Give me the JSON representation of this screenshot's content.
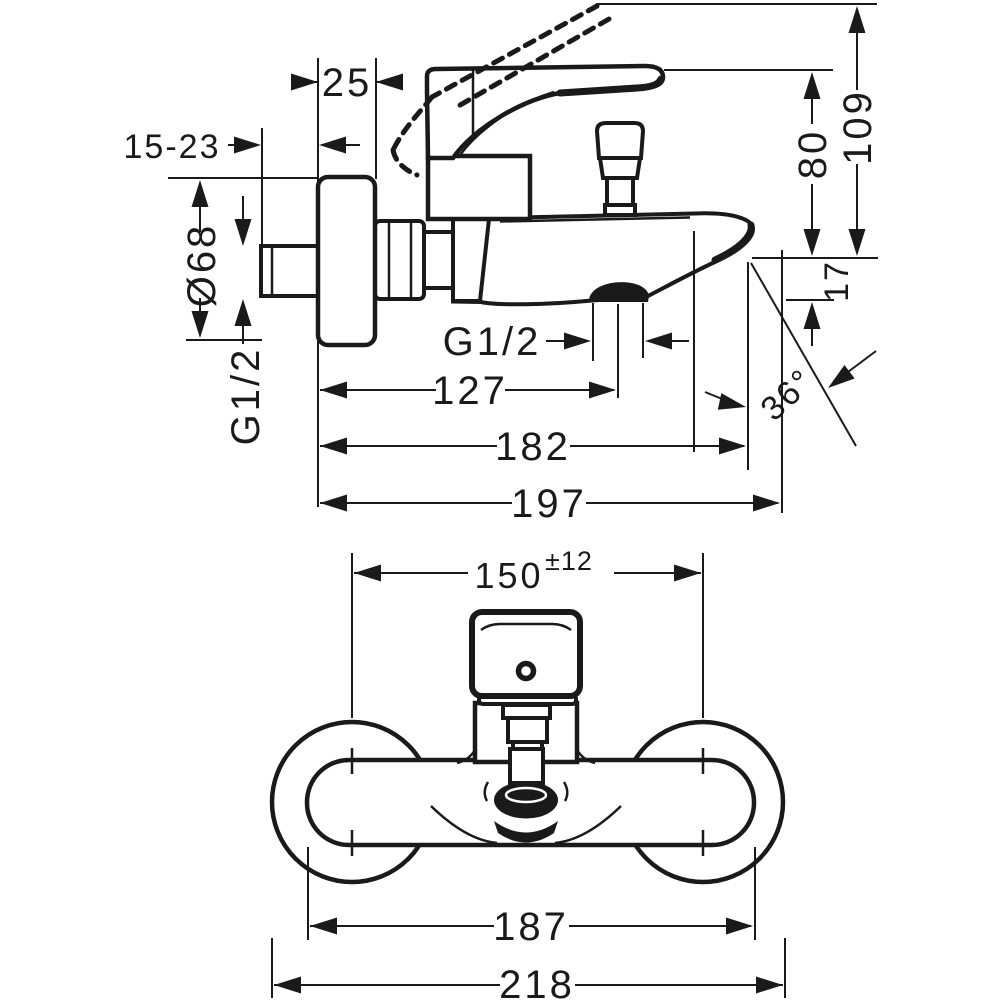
{
  "drawing": {
    "kind": "technical-dimension-drawing",
    "subject": "wall-mounted single-lever bath mixer with diverter",
    "colors": {
      "line": "#1a1a1a",
      "background": "#ffffff"
    },
    "side_view": {
      "dims": {
        "escutcheon_depth": "25",
        "install_range": "15-23",
        "escutcheon_diameter": "Ø68",
        "inlet_thread": "G1/2",
        "spout_outlet_thread": "G1/2",
        "spout_reach": "127",
        "spout_projection": "182",
        "total_projection": "197",
        "handle_height": "80",
        "max_height": "109",
        "outlet_drop": "17",
        "spout_angle": "36°"
      }
    },
    "front_view": {
      "dims": {
        "connection_centers": "150",
        "centers_tolerance": "±12",
        "body_width": "187",
        "overall_width": "218"
      }
    }
  }
}
